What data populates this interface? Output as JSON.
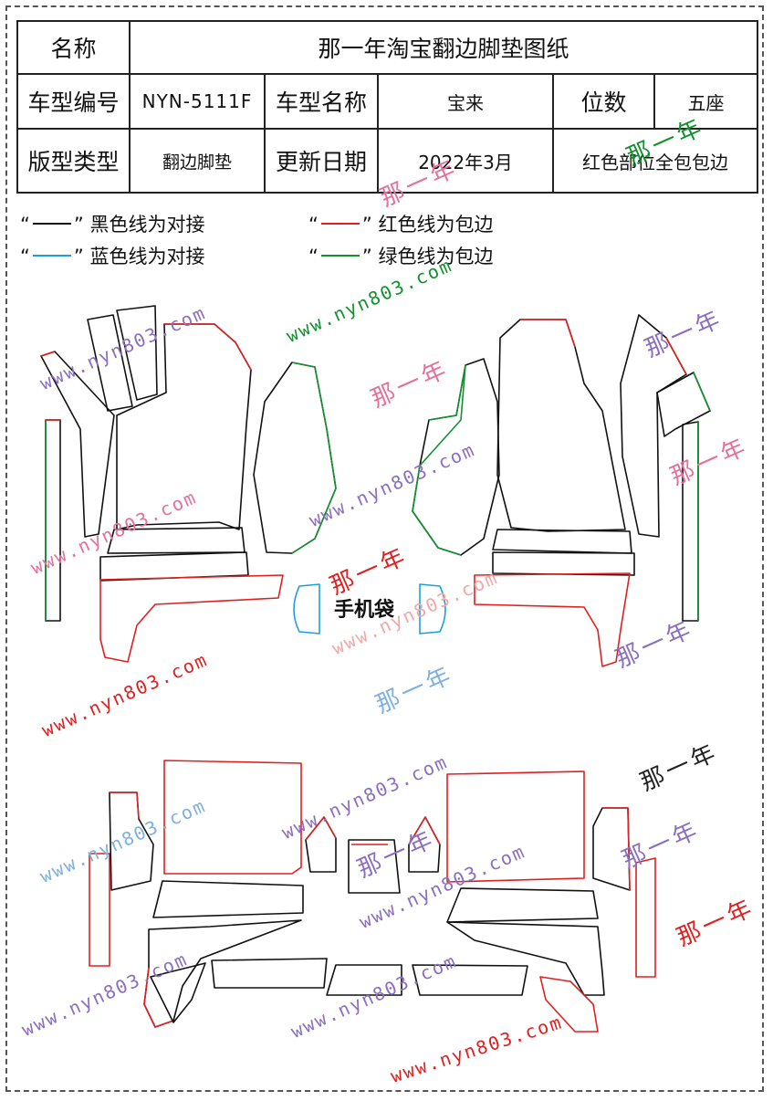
{
  "spec_table": {
    "name_label": "名称",
    "title": "那一年淘宝翻边脚垫图纸",
    "model_code_label": "车型编号",
    "model_code": "NYN-5111F",
    "model_name_label": "车型名称",
    "model_name": "宝来",
    "seats_label": "位数",
    "seats": "五座",
    "pattern_type_label": "版型类型",
    "pattern_type": "翻边脚垫",
    "update_date_label": "更新日期",
    "update_date": "2022年3月",
    "note": "红色部位全包包边"
  },
  "legend": {
    "black": {
      "open": "“",
      "close": "”",
      "text": "黑色线为对接",
      "color": "#111111"
    },
    "red": {
      "open": "“",
      "close": "”",
      "text": "红色线为包边",
      "color": "#e02020"
    },
    "blue": {
      "open": "“",
      "close": "”",
      "text": "蓝色线为对接",
      "color": "#1aa0dd"
    },
    "green": {
      "open": "“",
      "close": "”",
      "text": "绿色线为包边",
      "color": "#11922f"
    }
  },
  "phone_bag_label": "手机袋",
  "watermarks": {
    "site": "www.nyn803.com",
    "name": "那一年",
    "colors": [
      "#e02020",
      "#11922f",
      "#8a6fc0",
      "#7fb0e0",
      "#222222"
    ]
  }
}
